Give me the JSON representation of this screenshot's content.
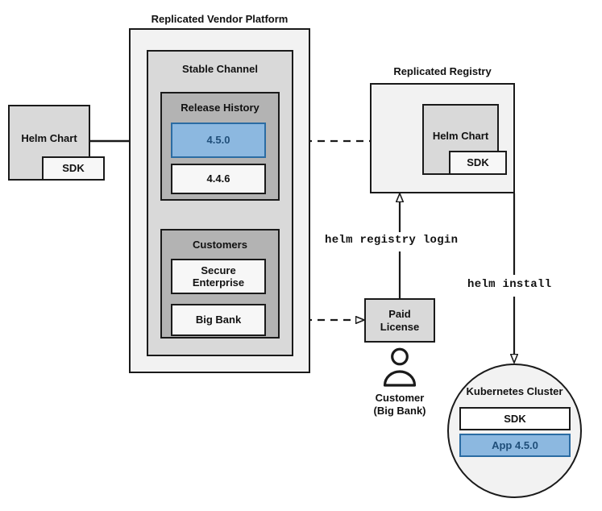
{
  "diagram": {
    "type": "architecture-flow",
    "background": "#ffffff",
    "colors": {
      "outline": "#1a1a1a",
      "level1_fill": "#f2f2f2",
      "level2_fill": "#d9d9d9",
      "level3_fill": "#b3b3b3",
      "node_fill": "#d9d9d9",
      "white_fill": "#f7f7f7",
      "highlight_fill": "#8cb8e0",
      "highlight_border": "#2b6ca3",
      "highlight_text": "#1f4e79"
    }
  },
  "vendor_platform": {
    "title": "Replicated Vendor Platform",
    "channel": {
      "title": "Stable Channel",
      "release_history": {
        "title": "Release History",
        "releases": [
          {
            "version": "4.5.0",
            "highlighted": true
          },
          {
            "version": "4.4.6",
            "highlighted": false
          }
        ]
      },
      "customers": {
        "title": "Customers",
        "entries": [
          {
            "name": "Secure\nEnterprise",
            "line1": "Secure",
            "line2": "Enterprise"
          },
          {
            "name": "Big Bank",
            "line1": "Big Bank",
            "line2": ""
          }
        ]
      }
    }
  },
  "source_chart": {
    "title": "Helm Chart",
    "sdk_label": "SDK"
  },
  "registry": {
    "title": "Replicated Registry",
    "chart": {
      "title": "Helm Chart",
      "sdk_label": "SDK"
    }
  },
  "license": {
    "line1": "Paid",
    "line2": "License"
  },
  "customer_actor": {
    "line1": "Customer",
    "line2": "(Big Bank)",
    "icon": "person-icon"
  },
  "cluster": {
    "title": "Kubernetes Cluster",
    "items": [
      {
        "label": "SDK",
        "highlighted": false
      },
      {
        "label": "App 4.5.0",
        "highlighted": true
      }
    ]
  },
  "commands": {
    "registry_login": "helm registry login",
    "install": "helm install"
  }
}
